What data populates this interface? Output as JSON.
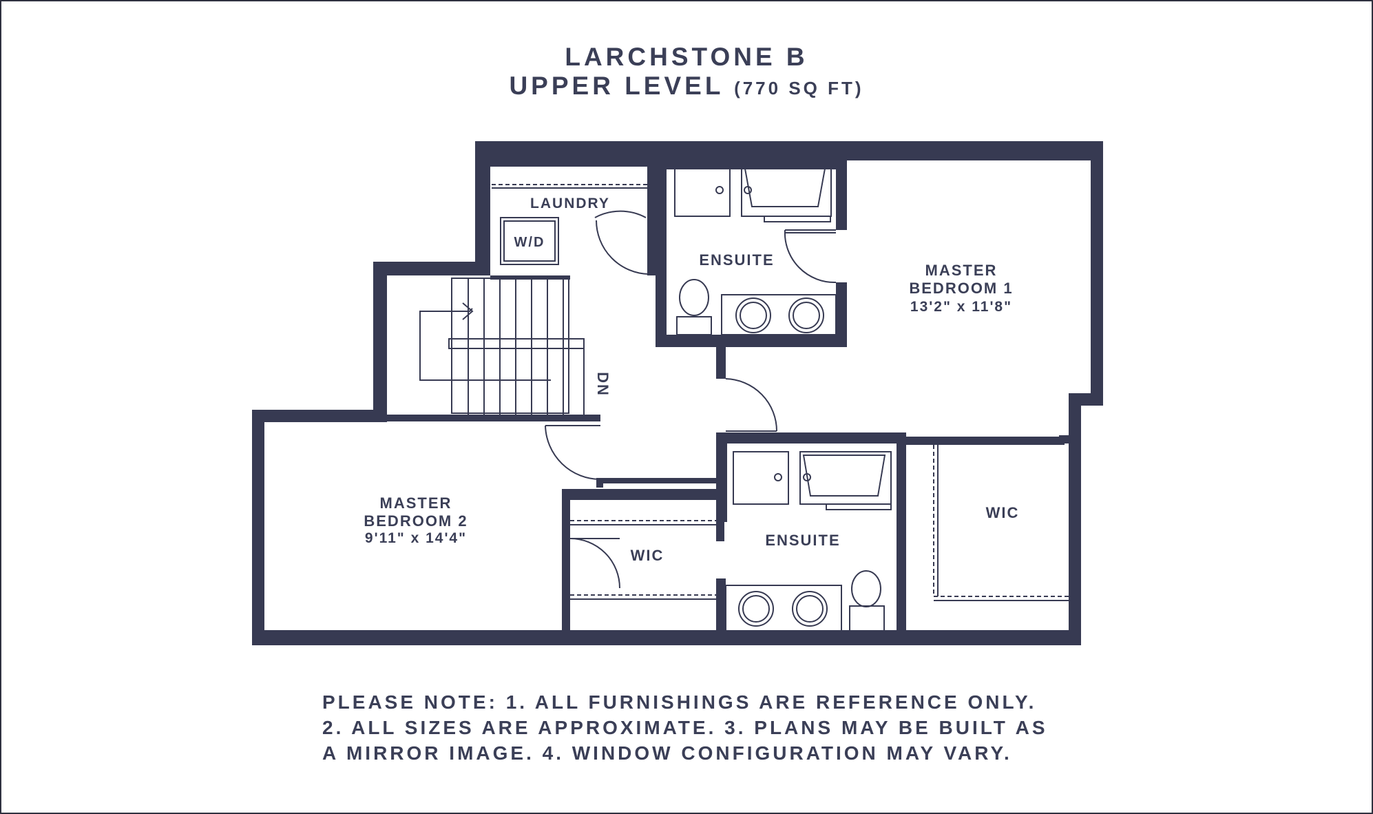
{
  "header": {
    "title": "LARCHSTONE B",
    "level": "UPPER LEVEL",
    "area": "(770 SQ FT)"
  },
  "rooms": {
    "laundry": "LAUNDRY",
    "washer_dryer": "W/D",
    "ensuite_top": "ENSUITE",
    "master1_name_line1": "MASTER",
    "master1_name_line2": "BEDROOM 1",
    "master1_size": "13'2\" x 11'8\"",
    "stairs": "DN",
    "master2_name_line1": "MASTER",
    "master2_name_line2": "BEDROOM 2",
    "master2_size": "9'11\" x 14'4\"",
    "wic_left": "WIC",
    "ensuite_bottom": "ENSUITE",
    "wic_right": "WIC"
  },
  "notes": {
    "line1": "PLEASE NOTE:  1. ALL FURNISHINGS ARE REFERENCE ONLY.",
    "line2": "2. ALL SIZES ARE APPROXIMATE. 3. PLANS MAY BE BUILT AS",
    "line3": "A MIRROR IMAGE. 4. WINDOW CONFIGURATION MAY VARY."
  },
  "colors": {
    "wall": "#373a52",
    "text": "#3b3f57",
    "background": "#ffffff"
  }
}
